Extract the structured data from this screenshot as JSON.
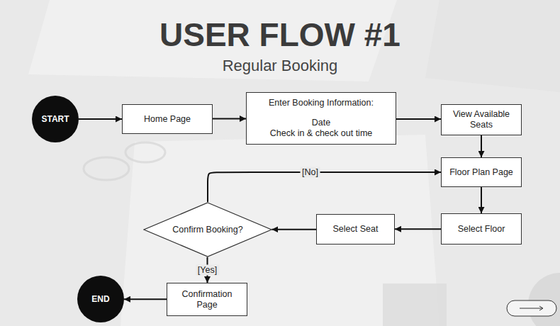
{
  "diagram": {
    "title": "USER FLOW #1",
    "nodes": [
      {
        "text": [
          "START"
        ]
      },
      {
        "text": [
          "Home Page"
        ]
      },
      {
        "text": [
          "Enter Booking Information:",
          "Date",
          "Check in & check out time"
        ]
      },
      {
        "text": [
          "View Available Seats"
        ]
      },
      {
        "text": [
          "Floor Plan Page"
        ]
      },
      {
        "text": [
          "Select Floor"
        ]
      },
      {
        "text": [
          "Select Seat"
        ]
      },
      {
        "text": [
          "Confirm Booking?"
        ]
      },
      {
        "text": [
          "Confirmation Page"
        ]
      },
      {
        "text": [
          "END"
        ]
      }
    ],
    "edges": [
      {
        "from": 0,
        "to": 1,
        "arrow": "to"
      },
      {
        "from": 1,
        "to": 2,
        "arrow": "to"
      },
      {
        "from": 2,
        "to": 3,
        "arrow": "to"
      },
      {
        "from": 3,
        "to": 4,
        "arrow": "to"
      },
      {
        "from": 4,
        "to": 5,
        "arrow": "to"
      },
      {
        "from": 5,
        "to": 6,
        "arrow": "to"
      },
      {
        "from": 6,
        "to": 7,
        "arrow": "to"
      },
      {
        "from": 7,
        "to": 4,
        "label": "[No]",
        "arrow": "to"
      },
      {
        "from": 7,
        "to": 8,
        "label": "[Yes]",
        "arrow": "to"
      },
      {
        "from": 8,
        "to": 9,
        "arrow": "to"
      }
    ],
    "labels": [
      "Regular Booking"
    ]
  }
}
